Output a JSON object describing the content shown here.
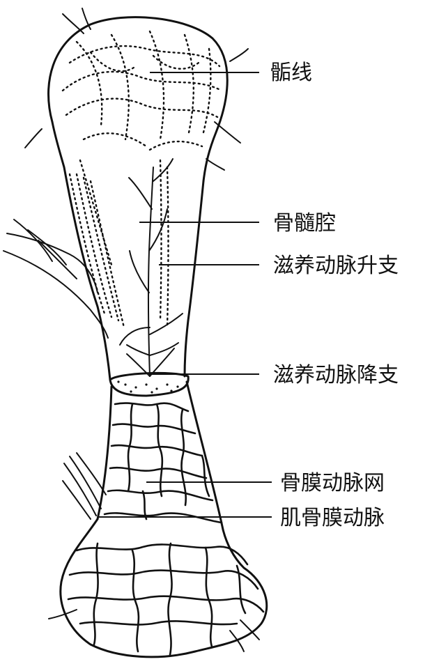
{
  "labels": {
    "epiphyseal_line": "骺线",
    "medullary_cavity": "骨髓腔",
    "nutrient_artery_ascending": "滋养动脉升支",
    "nutrient_artery_descending": "滋养动脉降支",
    "periosteal_arterial_network": "骨膜动脉网",
    "musculoperiosteal_artery": "肌骨膜动脉"
  }
}
